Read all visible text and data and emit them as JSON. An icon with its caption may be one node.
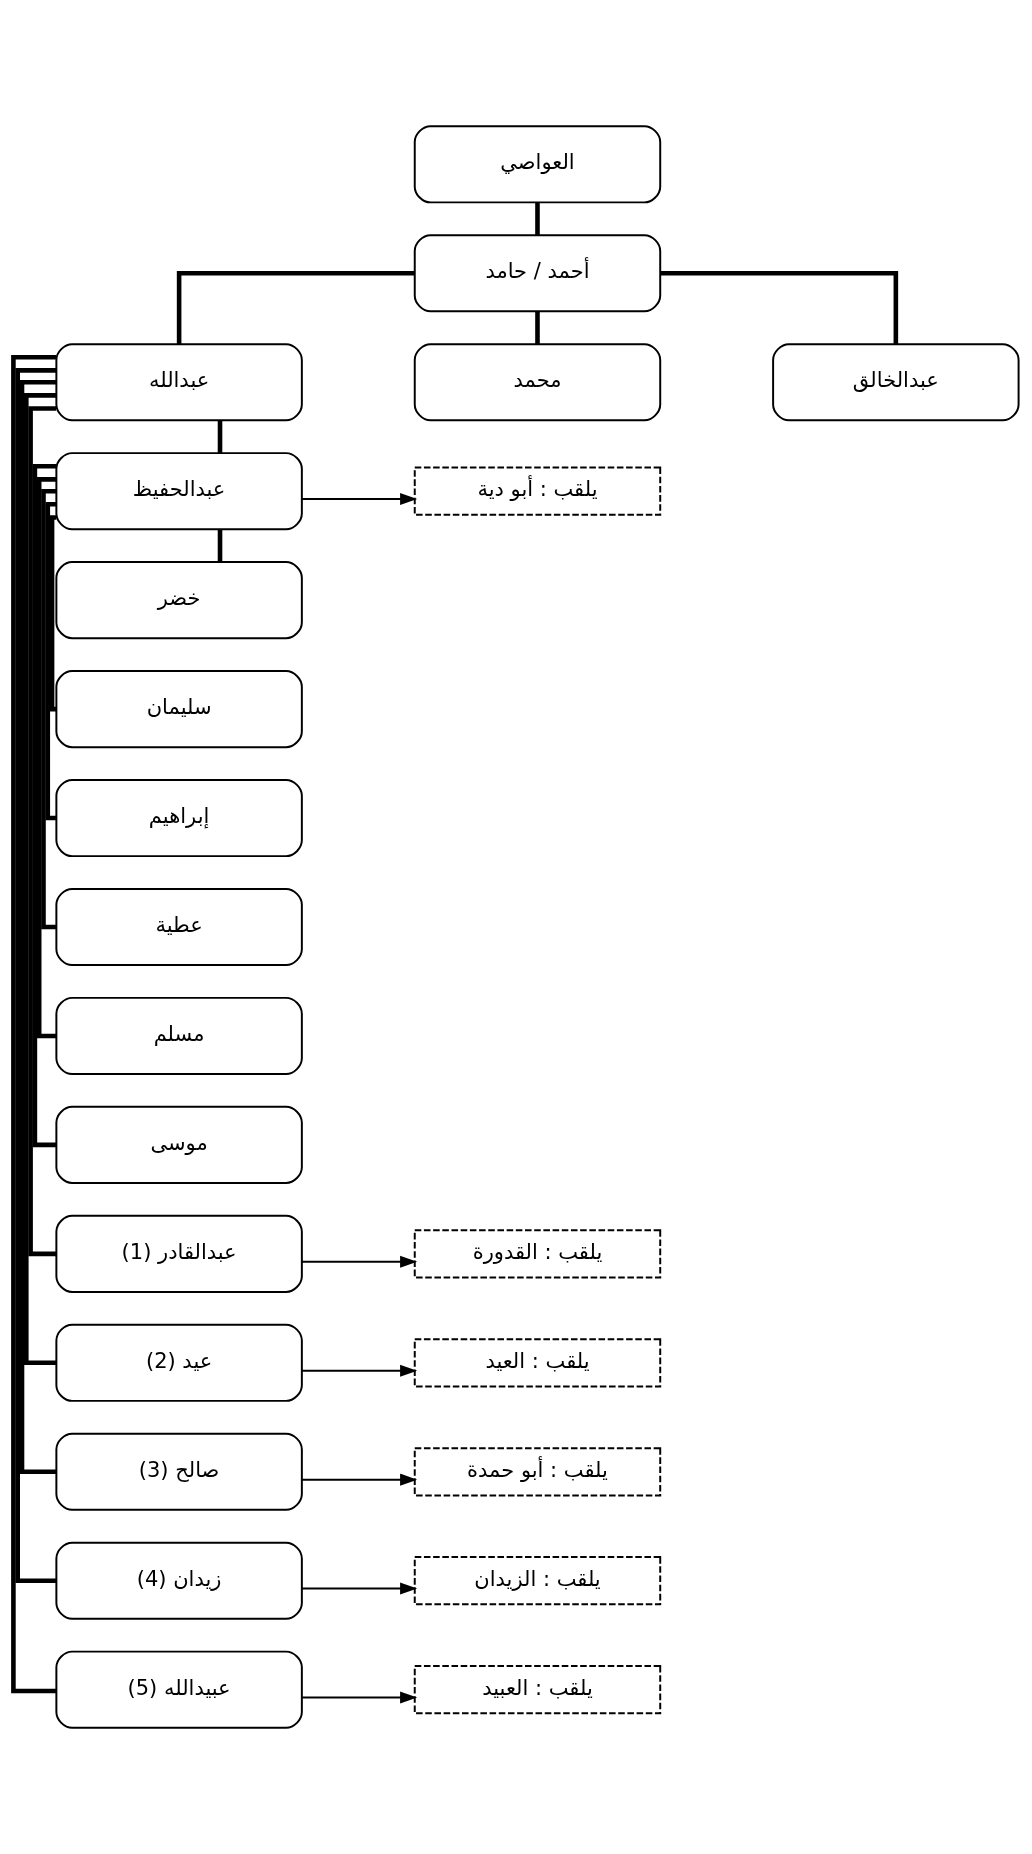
{
  "diagram": {
    "nodes": [
      {
        "text": [
          "العواصي"
        ]
      },
      {
        "text": [
          "أحمد / حامد"
        ]
      },
      {
        "text": [
          "عبدالخالق"
        ]
      },
      {
        "text": [
          "محمد"
        ]
      },
      {
        "text": [
          "عبدالله"
        ]
      },
      {
        "text": [
          "عبدالحفيظ"
        ]
      },
      {
        "text": [
          "يلقب : أبو دية"
        ]
      },
      {
        "text": [
          "خضر"
        ]
      },
      {
        "text": [
          "سليمان"
        ]
      },
      {
        "text": [
          "إبراهيم"
        ]
      },
      {
        "text": [
          "عطية"
        ]
      },
      {
        "text": [
          "مسلم"
        ]
      },
      {
        "text": [
          "موسى"
        ]
      },
      {
        "text": [
          "عبدالقادر (1)"
        ]
      },
      {
        "text": [
          "يلقب : القدورة"
        ]
      },
      {
        "text": [
          "عيد (2)"
        ]
      },
      {
        "text": [
          "يلقب : العيد"
        ]
      },
      {
        "text": [
          "صالح (3)"
        ]
      },
      {
        "text": [
          "يلقب : أبو حمدة"
        ]
      },
      {
        "text": [
          "زيدان (4)"
        ]
      },
      {
        "text": [
          "يلقب : الزيدان"
        ]
      },
      {
        "text": [
          "عبيدالله (5)"
        ]
      },
      {
        "text": [
          "يلقب : العبيد"
        ]
      }
    ],
    "edges": [
      {
        "from": 0,
        "to": 1,
        "arrow": "none"
      },
      {
        "from": 1,
        "to": 2,
        "arrow": "none"
      },
      {
        "from": 1,
        "to": 3,
        "arrow": "none"
      },
      {
        "from": 1,
        "to": 4,
        "arrow": "none"
      },
      {
        "from": 4,
        "to": 5,
        "arrow": "none"
      },
      {
        "from": 5,
        "to": 6,
        "arrow": "to"
      },
      {
        "from": 5,
        "to": 7,
        "arrow": "none"
      },
      {
        "from": 5,
        "to": 8,
        "arrow": "none"
      },
      {
        "from": 5,
        "to": 9,
        "arrow": "none"
      },
      {
        "from": 5,
        "to": 10,
        "arrow": "none"
      },
      {
        "from": 5,
        "to": 11,
        "arrow": "none"
      },
      {
        "from": 5,
        "to": 12,
        "arrow": "none"
      },
      {
        "from": 4,
        "to": 13,
        "arrow": "none"
      },
      {
        "from": 13,
        "to": 14,
        "arrow": "to"
      },
      {
        "from": 4,
        "to": 15,
        "arrow": "none"
      },
      {
        "from": 15,
        "to": 16,
        "arrow": "to"
      },
      {
        "from": 4,
        "to": 17,
        "arrow": "none"
      },
      {
        "from": 17,
        "to": 18,
        "arrow": "to"
      },
      {
        "from": 4,
        "to": 19,
        "arrow": "none"
      },
      {
        "from": 19,
        "to": 20,
        "arrow": "to"
      },
      {
        "from": 4,
        "to": 21,
        "arrow": "none"
      },
      {
        "from": 21,
        "to": 22,
        "arrow": "to"
      }
    ]
  }
}
